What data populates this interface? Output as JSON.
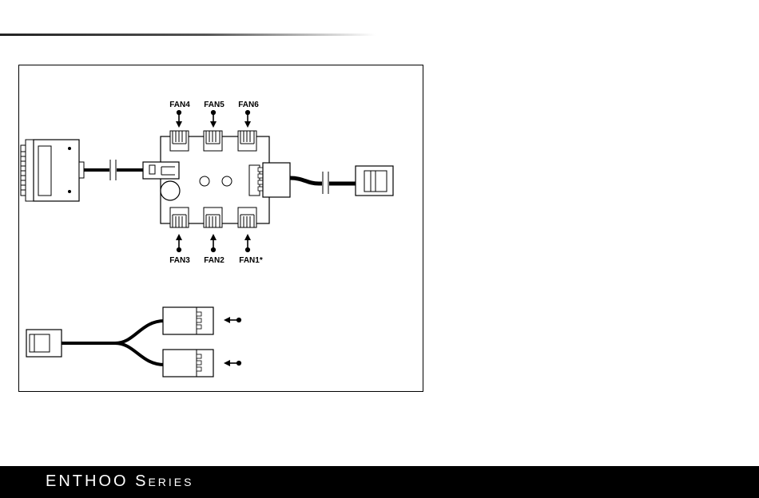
{
  "diagram": {
    "fan_labels_top": [
      "FAN4",
      "FAN5",
      "FAN6"
    ],
    "fan_labels_bottom": [
      "FAN3",
      "FAN2",
      "FAN1*"
    ]
  },
  "footer": {
    "title": "ENTHOO Series"
  }
}
